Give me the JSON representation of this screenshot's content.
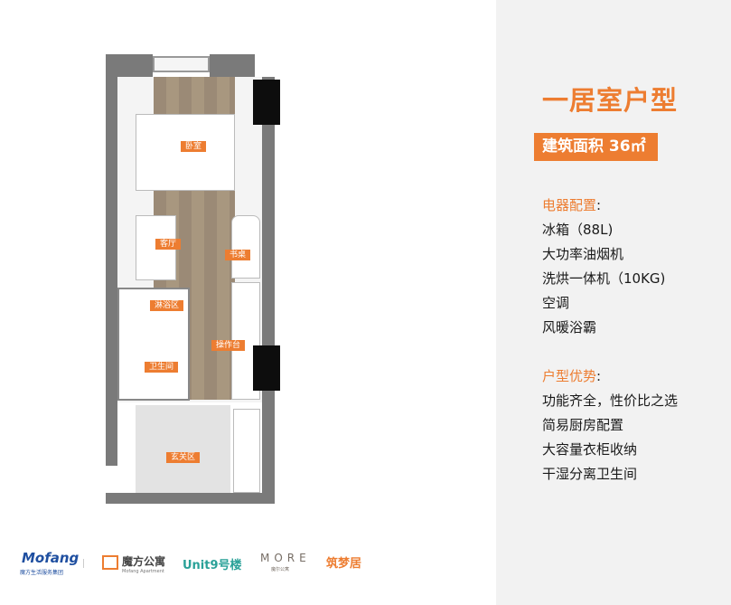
{
  "plan": {
    "labels": {
      "bedroom": "卧室",
      "living": "客厅",
      "desk": "书桌",
      "shower": "淋浴区",
      "counter": "操作台",
      "bathroom": "卫生间",
      "entry": "玄关区"
    }
  },
  "info": {
    "title": "一居室户型",
    "area": "建筑面积 36㎡",
    "appliances_heading": "电器配置",
    "colon": ":",
    "appliances": [
      "冰箱（88L)",
      "大功率油烟机",
      "洗烘一体机（10KG)",
      "空调",
      "风暖浴霸"
    ],
    "advantages_heading": "户型优势",
    "advantages": [
      "功能齐全，性价比之选",
      "简易厨房配置",
      "大容量衣柜收纳",
      "干湿分离卫生间"
    ]
  },
  "footer": {
    "logos": {
      "mofang": "Mofang",
      "mofang_sub": "魔方生活服务集团",
      "apartment": "魔方公寓",
      "apartment_sub": "Mofang Apartment",
      "unit9": "Unit9号楼",
      "more": "MORE",
      "more_sub": "魔尔公寓",
      "zhumengju": "筑梦居"
    }
  },
  "colors": {
    "accent": "#ed7d31",
    "panel": "#f2f2f2"
  }
}
